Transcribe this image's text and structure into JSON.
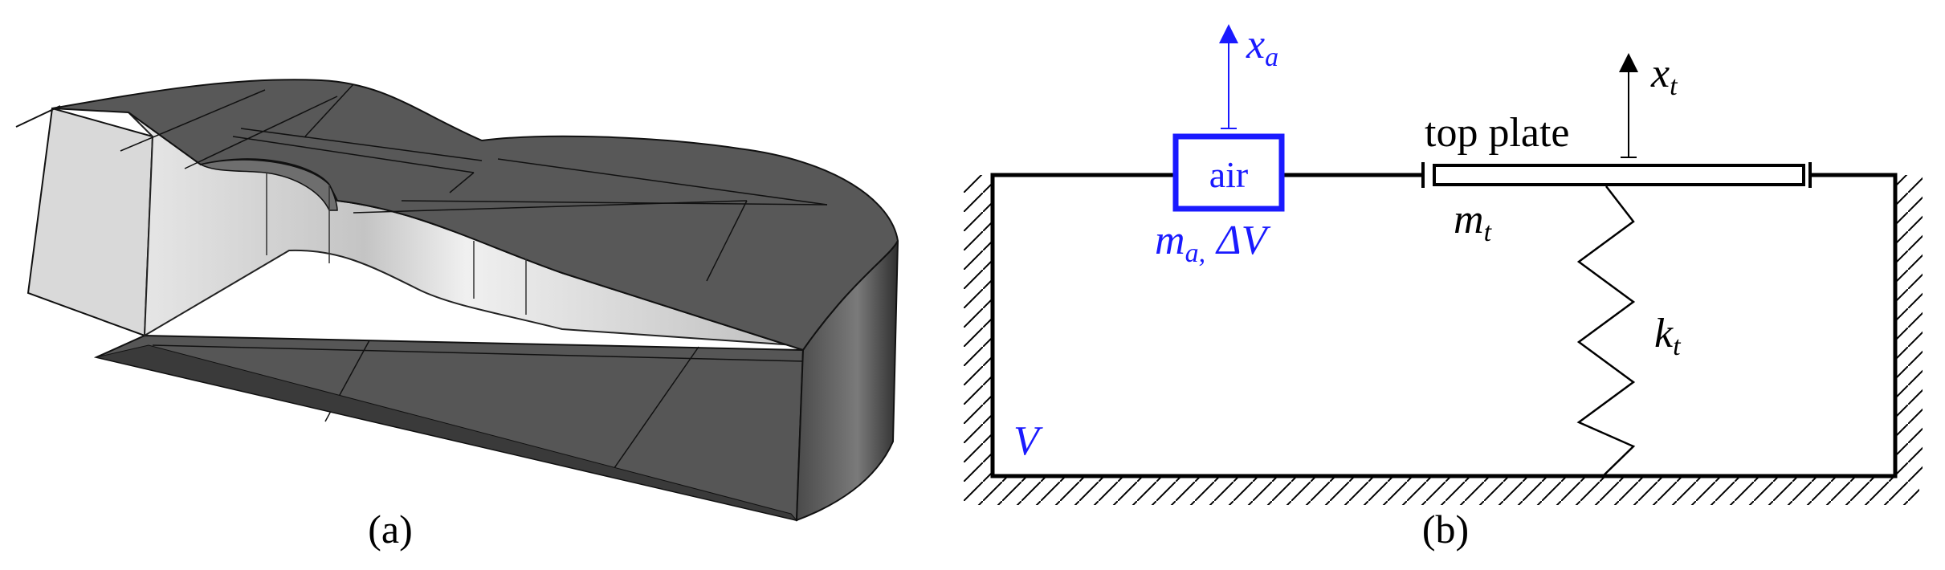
{
  "panel_a": {
    "caption": "(a)"
  },
  "panel_b": {
    "caption": "(b)",
    "air_label": "air",
    "air_arrow_label": "x",
    "air_arrow_sub": "a",
    "air_mass_label": "m",
    "air_mass_sub": "a,",
    "air_volume_label": "ΔV",
    "top_plate_label": "top plate",
    "plate_arrow_label": "x",
    "plate_arrow_sub": "t",
    "plate_mass_label": "m",
    "plate_mass_sub": "t",
    "spring_label": "k",
    "spring_sub": "t",
    "volume_label": "V"
  },
  "colors": {
    "air_blue": "#1a1aff",
    "body_dark": "#565656",
    "body_light": "#d6d6d6",
    "line": "#000000"
  }
}
